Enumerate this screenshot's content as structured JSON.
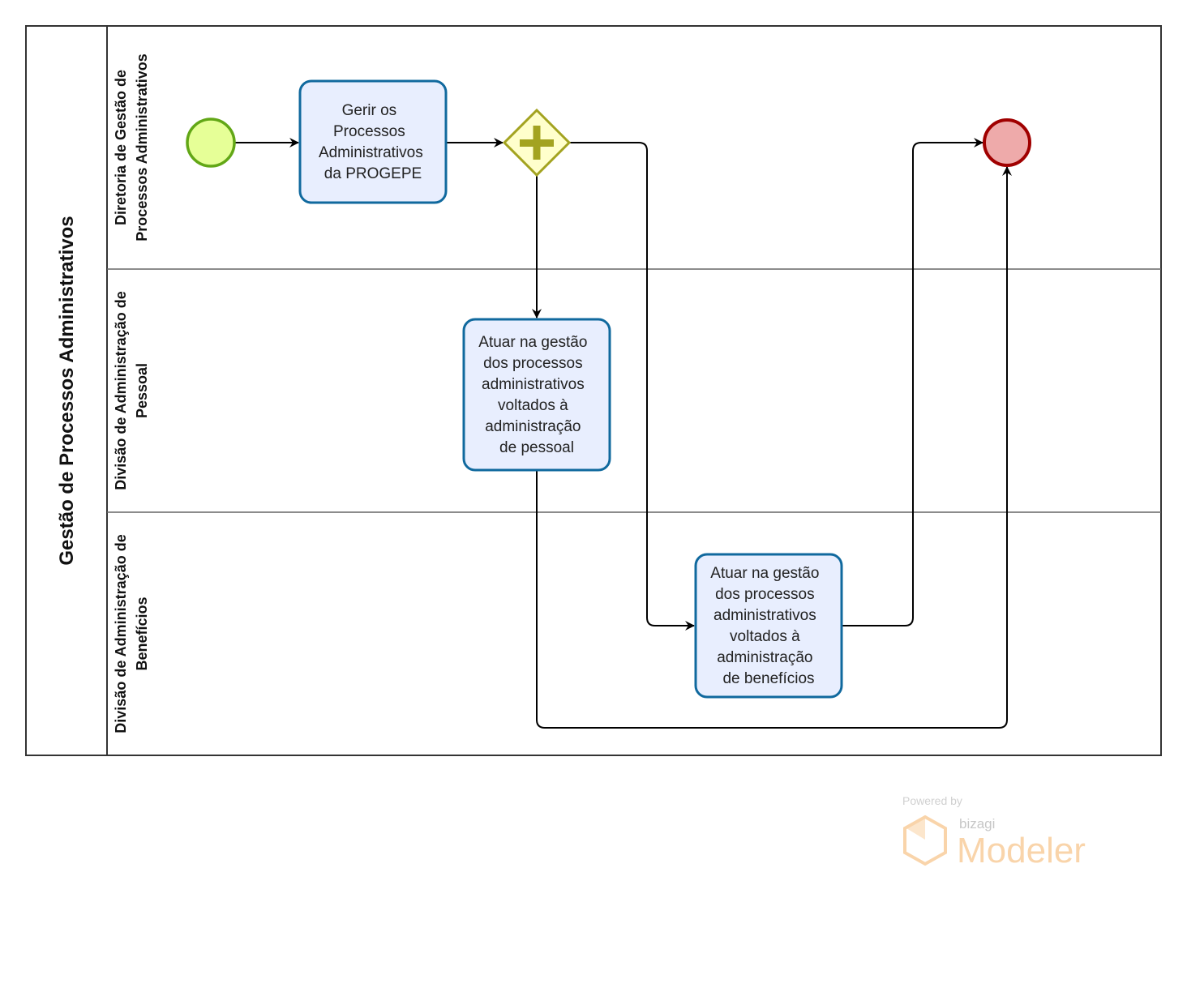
{
  "pool": {
    "title": "Gestão de Processos Administrativos"
  },
  "lanes": [
    {
      "lines": [
        "Diretoria de Gestão de",
        "Processos Administrativos"
      ]
    },
    {
      "lines": [
        "Divisão de Administração de",
        "Pessoal"
      ]
    },
    {
      "lines": [
        "Divisão de Administração de",
        "Benefícios"
      ]
    }
  ],
  "tasks": [
    {
      "lines": [
        "Gerir os",
        "Processos",
        "Administrativos",
        "da PROGEPE"
      ]
    },
    {
      "lines": [
        "Atuar na gestão",
        "dos processos",
        "administrativos",
        "voltados à",
        "administração",
        "de pessoal"
      ]
    },
    {
      "lines": [
        "Atuar na gestão",
        "dos processos",
        "administrativos",
        "voltados à",
        "administração",
        "de benefícios"
      ]
    }
  ],
  "gateway": {
    "type": "parallel",
    "icon": "plus-icon"
  },
  "events": {
    "start": "start-event",
    "end": "end-event"
  },
  "watermark": {
    "powered_by": "Powered by",
    "brand": "bizagi",
    "product": "Modeler"
  },
  "colors": {
    "task_fill": "#e8eefe",
    "task_stroke": "#10699e",
    "start_fill": "#e6ff97",
    "start_stroke": "#62a716",
    "end_fill": "#eeaaaa",
    "end_stroke": "#a00000",
    "gateway_fill": "#ffffcc",
    "gateway_stroke": "#a3a320"
  }
}
